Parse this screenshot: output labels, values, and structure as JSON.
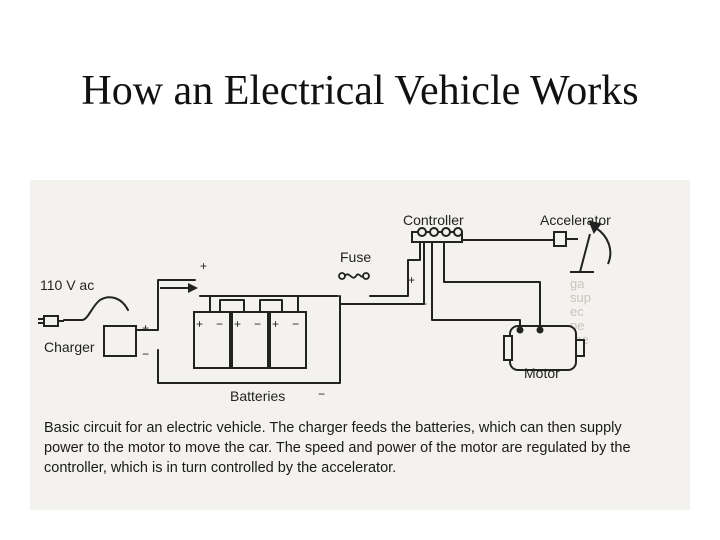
{
  "title": "How an Electrical Vehicle Works",
  "diagram": {
    "labels": {
      "controller": "Controller",
      "accelerator": "Accelerator",
      "fuse": "Fuse",
      "source": "110 V ac",
      "charger": "Charger",
      "motor": "Motor",
      "batteries": "Batteries"
    },
    "signs": {
      "plus": "+",
      "minus": "−"
    },
    "caption": "Basic circuit for an electric vehicle. The charger feeds the batteries, which can then supply power to the motor to move the car. The speed and power of the motor are regulated by the controller, which is in turn controlled by the accelerator.",
    "colors": {
      "ink": "#222222",
      "paper": "#f4f2ee",
      "ghost": "#c8c4bd"
    }
  }
}
